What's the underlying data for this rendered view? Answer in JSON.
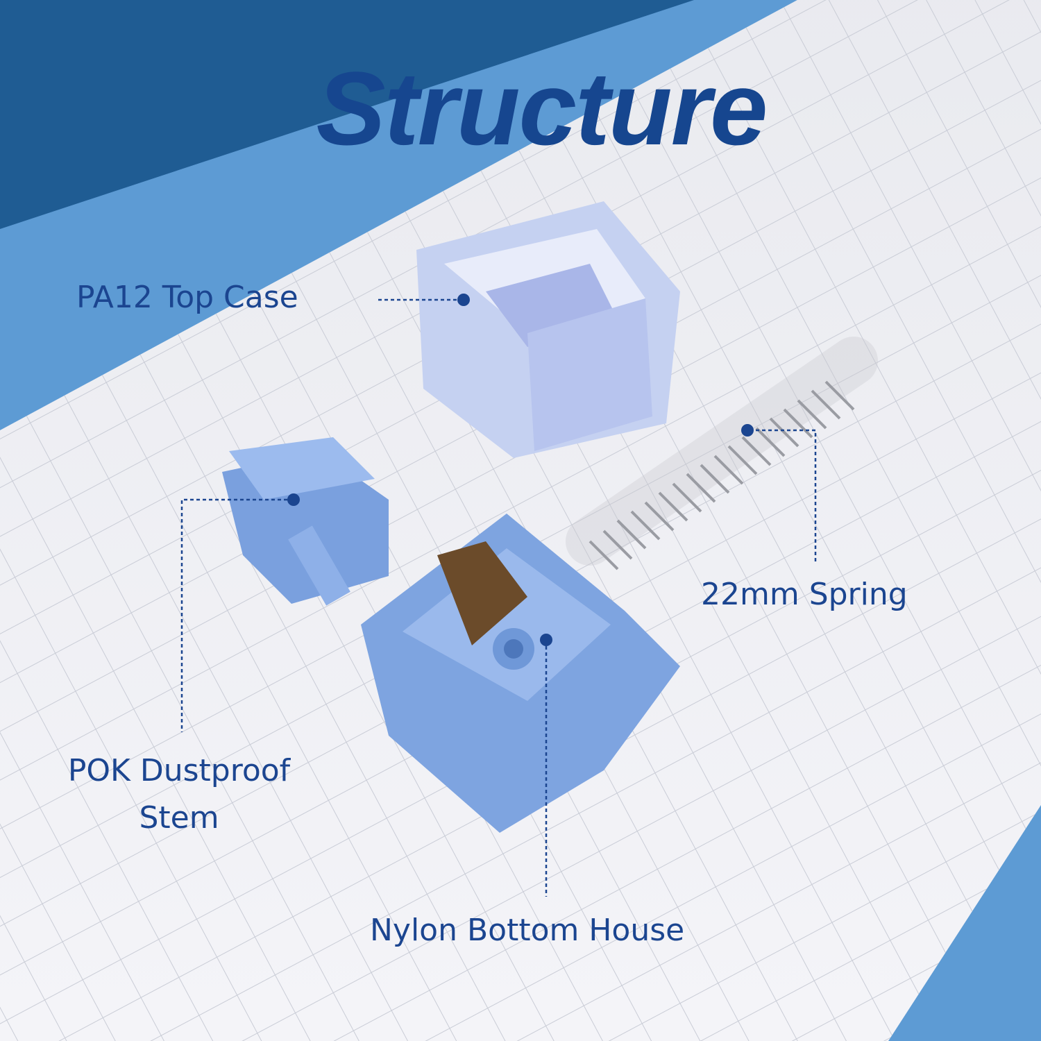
{
  "title": "Structure",
  "labels": {
    "top_case": "PA12 Top Case",
    "spring": "22mm Spring",
    "stem_line1": "POK Dustproof",
    "stem_line2": "Stem",
    "bottom_house": "Nylon Bottom House"
  },
  "colors": {
    "title": "#16468f",
    "label": "#1b4590",
    "dark_blue_bg": "#1f5c93",
    "light_blue_band": "#5d9bd4",
    "paper": "#f1f1f5",
    "top_case": "#c9d4f2",
    "bottom_house": "#7ea4e0"
  }
}
